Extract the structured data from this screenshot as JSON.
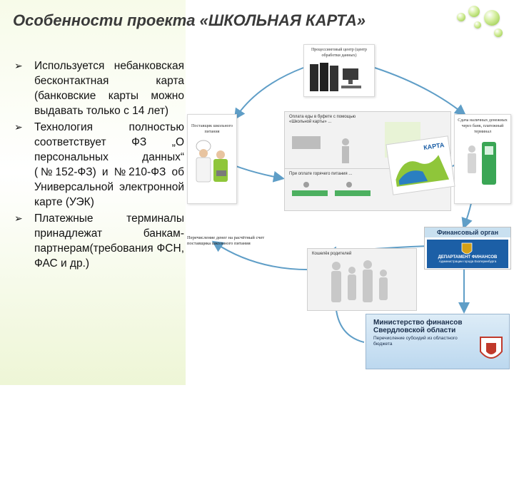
{
  "title": "Особенности проекта «ШКОЛЬНАЯ КАРТА»",
  "bullets": [
    "Используется небанковская бесконтактная карта (банковские карты можно выдавать только с 14 лет)",
    "Технология полностью соответствует ФЗ „О персональных данных“ (№152-ФЗ) и №210-ФЗ об Универсальной электронной карте (УЭК)",
    "Платежные терминалы принадлежат банкам-партнерам(требования ФСН, ФАС и др.)"
  ],
  "diagram": {
    "processing_center": "Процессинговый центр (центр обработки данных)",
    "food_supplier": "Поставщик школьного питания",
    "cash_deposit": "Сдача наличных денежных через банк, платежный терминал",
    "buffet_payment": "Оплата еды в буфете с помощью «Школьной карты» ...",
    "hot_meals": "При оплате горячего питания ...",
    "transfer_note": "Перечисление денег на расчётный счет поставщика школьного питания",
    "parents_panel": "Кошелёк родителей",
    "finance_body": {
      "header": "Финансовый орган",
      "dept": "ДЕПАРТАМЕНТ ФИНАНСОВ",
      "dept_sub": "Администрации города Екатеринбурга"
    },
    "ministry": {
      "title": "Министерство финансов Свердловской области",
      "subsidy": "Перечисление субсидий из областного бюджета"
    },
    "card_label": "КАРТА"
  },
  "colors": {
    "arrow": "#5f9ec7",
    "accent_green": "#8fc63a",
    "finance_blue": "#1c5fa6"
  }
}
